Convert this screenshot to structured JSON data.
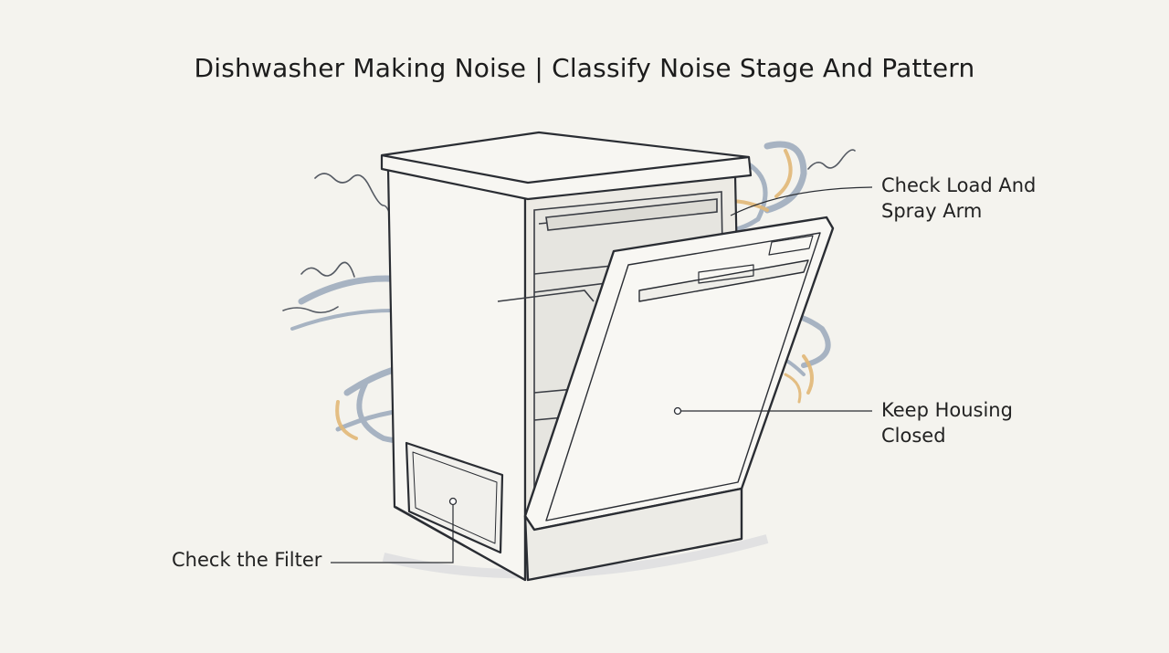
{
  "title": "Dishwasher Making Noise | Classify Noise Stage And Pattern",
  "callouts": {
    "load_spray_arm": {
      "lines": [
        "Check Load And",
        "Spray Arm"
      ]
    },
    "housing": {
      "lines": [
        "Keep Housing",
        "Closed"
      ]
    },
    "filter": {
      "lines": [
        "Check the Filter"
      ]
    }
  },
  "colors": {
    "background": "#f4f3ee",
    "ink": "#2a2d33",
    "noise_blue": "#9aa8bb",
    "noise_amber": "#e2b877"
  },
  "icons": [
    "dishwasher-illustration",
    "noise-swirl",
    "callout-dot"
  ]
}
